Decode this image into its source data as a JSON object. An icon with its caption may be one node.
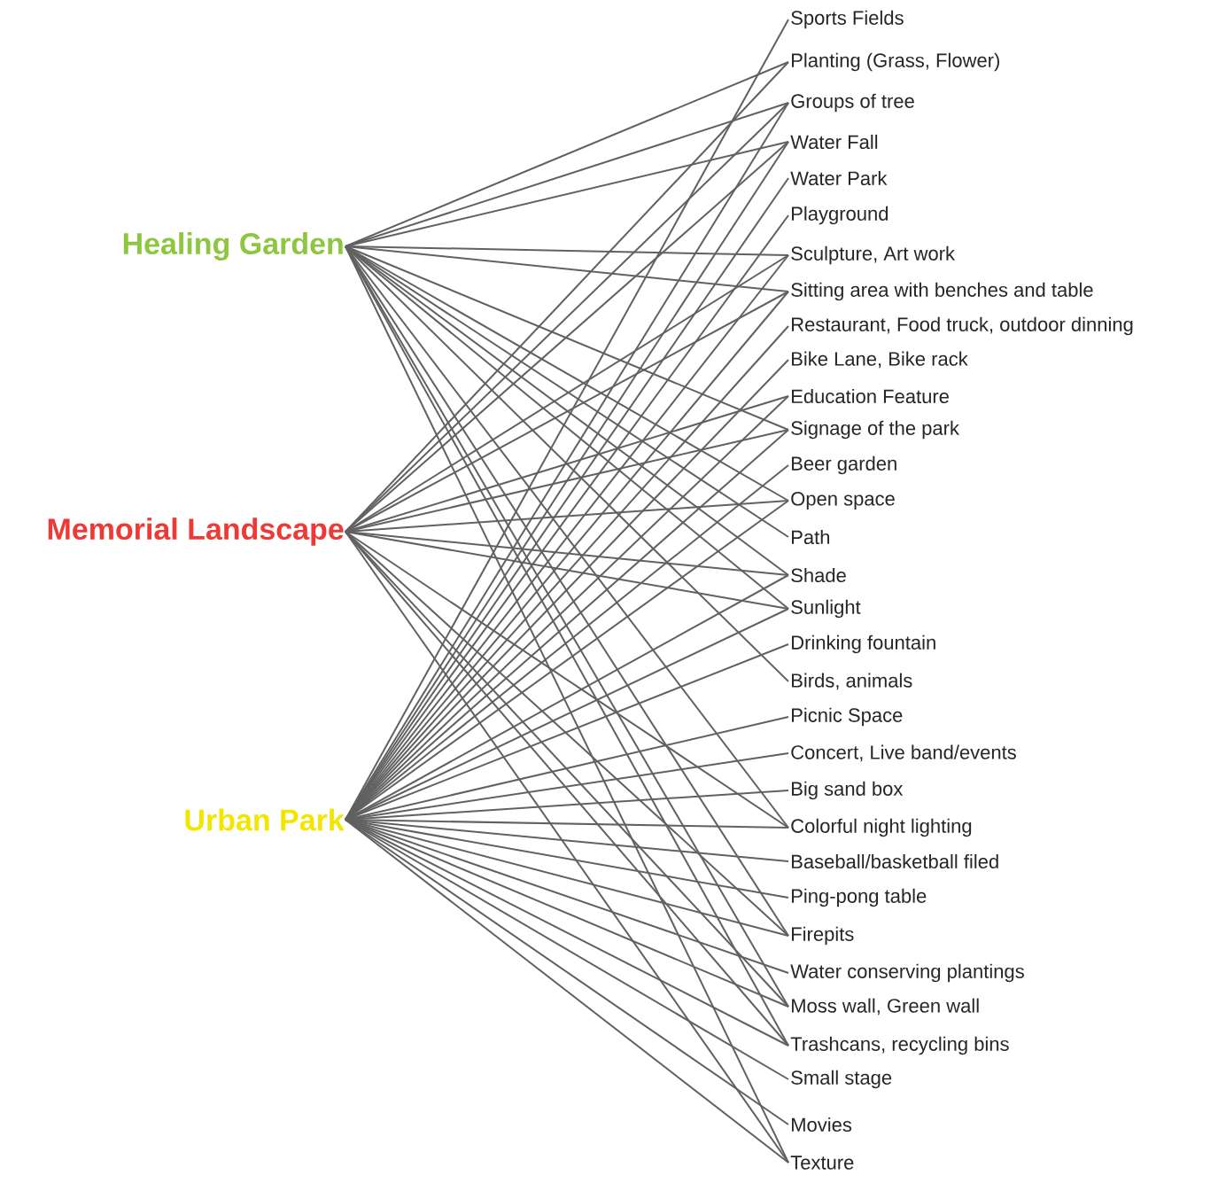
{
  "diagram": {
    "nodes": [
      {
        "text": [
          "Healing Garden"
        ]
      },
      {
        "text": [
          "Memorial Landscape"
        ]
      },
      {
        "text": [
          "Urban Park"
        ]
      },
      {
        "text": [
          "Sports Fields"
        ]
      },
      {
        "text": [
          "Planting (Grass, Flower)"
        ]
      },
      {
        "text": [
          "Groups of tree"
        ]
      },
      {
        "text": [
          "Water Fall"
        ]
      },
      {
        "text": [
          "Water Park"
        ]
      },
      {
        "text": [
          "Playground"
        ]
      },
      {
        "text": [
          "Sculpture, Art work"
        ]
      },
      {
        "text": [
          "Sitting area with benches and table"
        ]
      },
      {
        "text": [
          "Restaurant, Food truck, outdoor dinning"
        ]
      },
      {
        "text": [
          "Bike Lane, Bike rack"
        ]
      },
      {
        "text": [
          "Education Feature"
        ]
      },
      {
        "text": [
          "Signage of the park"
        ]
      },
      {
        "text": [
          "Beer garden"
        ]
      },
      {
        "text": [
          "Open space"
        ]
      },
      {
        "text": [
          "Path"
        ]
      },
      {
        "text": [
          "Shade"
        ]
      },
      {
        "text": [
          "Sunlight"
        ]
      },
      {
        "text": [
          "Drinking fountain"
        ]
      },
      {
        "text": [
          "Birds, animals"
        ]
      },
      {
        "text": [
          "Picnic Space"
        ]
      },
      {
        "text": [
          "Concert, Live band/events"
        ]
      },
      {
        "text": [
          "Big sand box"
        ]
      },
      {
        "text": [
          "Colorful night lighting"
        ]
      },
      {
        "text": [
          "Baseball/basketball filed"
        ]
      },
      {
        "text": [
          "Ping-pong table"
        ]
      },
      {
        "text": [
          "Firepits"
        ]
      },
      {
        "text": [
          "Water conserving plantings"
        ]
      },
      {
        "text": [
          "Moss wall, Green wall"
        ]
      },
      {
        "text": [
          "Trashcans, recycling bins"
        ]
      },
      {
        "text": [
          "Small stage"
        ]
      },
      {
        "text": [
          "Movies"
        ]
      },
      {
        "text": [
          "Texture"
        ]
      }
    ],
    "edges": [
      {
        "from": 0,
        "to": 4,
        "arrow": "none"
      },
      {
        "from": 0,
        "to": 5,
        "arrow": "none"
      },
      {
        "from": 0,
        "to": 6,
        "arrow": "none"
      },
      {
        "from": 0,
        "to": 9,
        "arrow": "none"
      },
      {
        "from": 0,
        "to": 10,
        "arrow": "none"
      },
      {
        "from": 0,
        "to": 14,
        "arrow": "none"
      },
      {
        "from": 0,
        "to": 16,
        "arrow": "none"
      },
      {
        "from": 0,
        "to": 17,
        "arrow": "none"
      },
      {
        "from": 0,
        "to": 18,
        "arrow": "none"
      },
      {
        "from": 0,
        "to": 19,
        "arrow": "none"
      },
      {
        "from": 0,
        "to": 21,
        "arrow": "none"
      },
      {
        "from": 0,
        "to": 25,
        "arrow": "none"
      },
      {
        "from": 0,
        "to": 28,
        "arrow": "none"
      },
      {
        "from": 0,
        "to": 30,
        "arrow": "none"
      },
      {
        "from": 0,
        "to": 31,
        "arrow": "none"
      },
      {
        "from": 0,
        "to": 34,
        "arrow": "none"
      },
      {
        "from": 1,
        "to": 4,
        "arrow": "none"
      },
      {
        "from": 1,
        "to": 5,
        "arrow": "none"
      },
      {
        "from": 1,
        "to": 6,
        "arrow": "none"
      },
      {
        "from": 1,
        "to": 9,
        "arrow": "none"
      },
      {
        "from": 1,
        "to": 10,
        "arrow": "none"
      },
      {
        "from": 1,
        "to": 13,
        "arrow": "none"
      },
      {
        "from": 1,
        "to": 14,
        "arrow": "none"
      },
      {
        "from": 1,
        "to": 16,
        "arrow": "none"
      },
      {
        "from": 1,
        "to": 18,
        "arrow": "none"
      },
      {
        "from": 1,
        "to": 19,
        "arrow": "none"
      },
      {
        "from": 1,
        "to": 25,
        "arrow": "none"
      },
      {
        "from": 1,
        "to": 28,
        "arrow": "none"
      },
      {
        "from": 1,
        "to": 30,
        "arrow": "none"
      },
      {
        "from": 1,
        "to": 31,
        "arrow": "none"
      },
      {
        "from": 1,
        "to": 34,
        "arrow": "none"
      },
      {
        "from": 2,
        "to": 3,
        "arrow": "none"
      },
      {
        "from": 2,
        "to": 5,
        "arrow": "none"
      },
      {
        "from": 2,
        "to": 6,
        "arrow": "none"
      },
      {
        "from": 2,
        "to": 7,
        "arrow": "none"
      },
      {
        "from": 2,
        "to": 8,
        "arrow": "none"
      },
      {
        "from": 2,
        "to": 9,
        "arrow": "none"
      },
      {
        "from": 2,
        "to": 10,
        "arrow": "none"
      },
      {
        "from": 2,
        "to": 11,
        "arrow": "none"
      },
      {
        "from": 2,
        "to": 12,
        "arrow": "none"
      },
      {
        "from": 2,
        "to": 13,
        "arrow": "none"
      },
      {
        "from": 2,
        "to": 14,
        "arrow": "none"
      },
      {
        "from": 2,
        "to": 15,
        "arrow": "none"
      },
      {
        "from": 2,
        "to": 16,
        "arrow": "none"
      },
      {
        "from": 2,
        "to": 18,
        "arrow": "none"
      },
      {
        "from": 2,
        "to": 19,
        "arrow": "none"
      },
      {
        "from": 2,
        "to": 20,
        "arrow": "none"
      },
      {
        "from": 2,
        "to": 22,
        "arrow": "none"
      },
      {
        "from": 2,
        "to": 23,
        "arrow": "none"
      },
      {
        "from": 2,
        "to": 24,
        "arrow": "none"
      },
      {
        "from": 2,
        "to": 25,
        "arrow": "none"
      },
      {
        "from": 2,
        "to": 26,
        "arrow": "none"
      },
      {
        "from": 2,
        "to": 27,
        "arrow": "none"
      },
      {
        "from": 2,
        "to": 28,
        "arrow": "none"
      },
      {
        "from": 2,
        "to": 29,
        "arrow": "none"
      },
      {
        "from": 2,
        "to": 30,
        "arrow": "none"
      },
      {
        "from": 2,
        "to": 31,
        "arrow": "none"
      },
      {
        "from": 2,
        "to": 32,
        "arrow": "none"
      },
      {
        "from": 2,
        "to": 33,
        "arrow": "none"
      },
      {
        "from": 2,
        "to": 34,
        "arrow": "none"
      }
    ]
  }
}
